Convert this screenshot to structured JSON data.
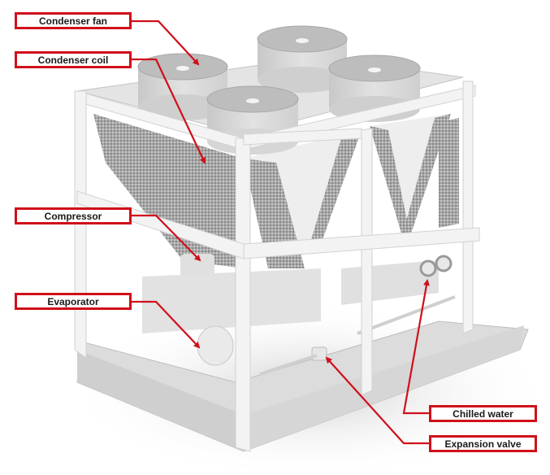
{
  "diagram": {
    "subject": "Air-cooled chiller unit (3D render)",
    "colors": {
      "accent": "#d0101a",
      "background": "#ffffff",
      "body": "#d9d9d9"
    }
  },
  "labels": [
    {
      "id": "condenser-fan",
      "text": "Condenser fan"
    },
    {
      "id": "condenser-coil",
      "text": "Condenser coil"
    },
    {
      "id": "compressor",
      "text": "Compressor"
    },
    {
      "id": "evaporator",
      "text": "Evaporator"
    },
    {
      "id": "chilled-water",
      "text": "Chilled water"
    },
    {
      "id": "expansion-valve",
      "text": "Expansion valve"
    }
  ]
}
